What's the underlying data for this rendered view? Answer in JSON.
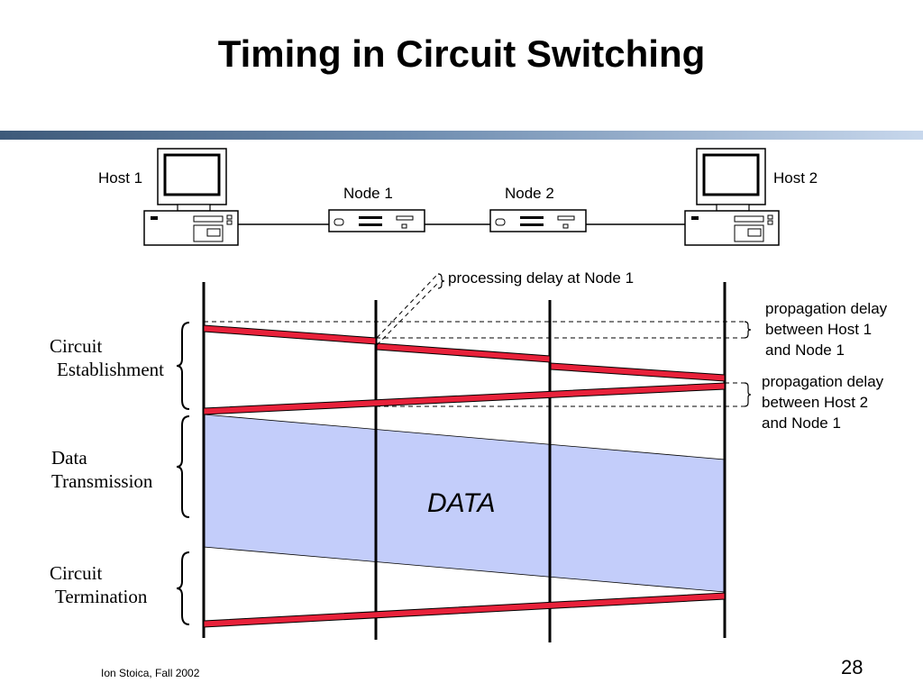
{
  "slide": {
    "title": "Timing in Circuit Switching",
    "footer": "Ion Stoica, Fall 2002",
    "page_number": "28"
  },
  "network": {
    "host1": "Host 1",
    "host2": "Host 2",
    "node1": "Node 1",
    "node2": "Node 2"
  },
  "phases": {
    "establishment": [
      "Circuit",
      "Establishment"
    ],
    "transmission": [
      "Data",
      "Transmission"
    ],
    "termination": [
      "Circuit",
      "Termination"
    ]
  },
  "annotations": {
    "processing_delay": "processing delay at Node 1",
    "prop_delay_1": [
      "propagation delay",
      "between Host 1",
      "and Node 1"
    ],
    "prop_delay_2": [
      "propagation delay",
      "between Host 2",
      "and Node 1"
    ],
    "data": "DATA"
  },
  "colors": {
    "signal": "#e8213a",
    "data_fill": "#c3cdfa",
    "title_bar": "#3e5a7a"
  }
}
